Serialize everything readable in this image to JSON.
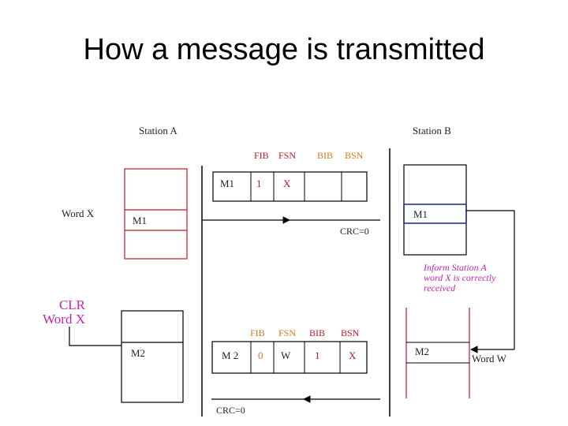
{
  "title": "How a message is transmitted",
  "stations": {
    "a": "Station A",
    "b": "Station B"
  },
  "frame1": {
    "headers": {
      "fib": "FIB",
      "fsn": "FSN",
      "bib": "BIB",
      "bsn": "BSN"
    },
    "cells": {
      "msg": "M1",
      "fib": "1",
      "fsn": "X",
      "bib": "",
      "bsn": ""
    },
    "crc": "CRC=0"
  },
  "frame2": {
    "headers": {
      "fib": "FIB",
      "fsn": "FSN",
      "bib": "BIB",
      "bsn": "BSN"
    },
    "cells": {
      "msg": "M 2",
      "fib": "0",
      "fsn": "W",
      "bib": "1",
      "bsn": "X"
    },
    "crc": "CRC=0"
  },
  "station_a": {
    "word_label": "Word X",
    "buffer1_label": "M1",
    "buffer2_label": "M2",
    "clr_line1": "CLR",
    "clr_line2": "Word X"
  },
  "station_b": {
    "buffer1_label": "M1",
    "buffer2_label": "M2",
    "inform_line1": "Inform Station A",
    "inform_line2": "word X is correctly",
    "inform_line3": "received",
    "word_label": "Word W"
  },
  "colors": {
    "red": "#c0182a",
    "orange": "#d27a18",
    "magenta": "#c426b0",
    "navy": "#1a237e"
  }
}
